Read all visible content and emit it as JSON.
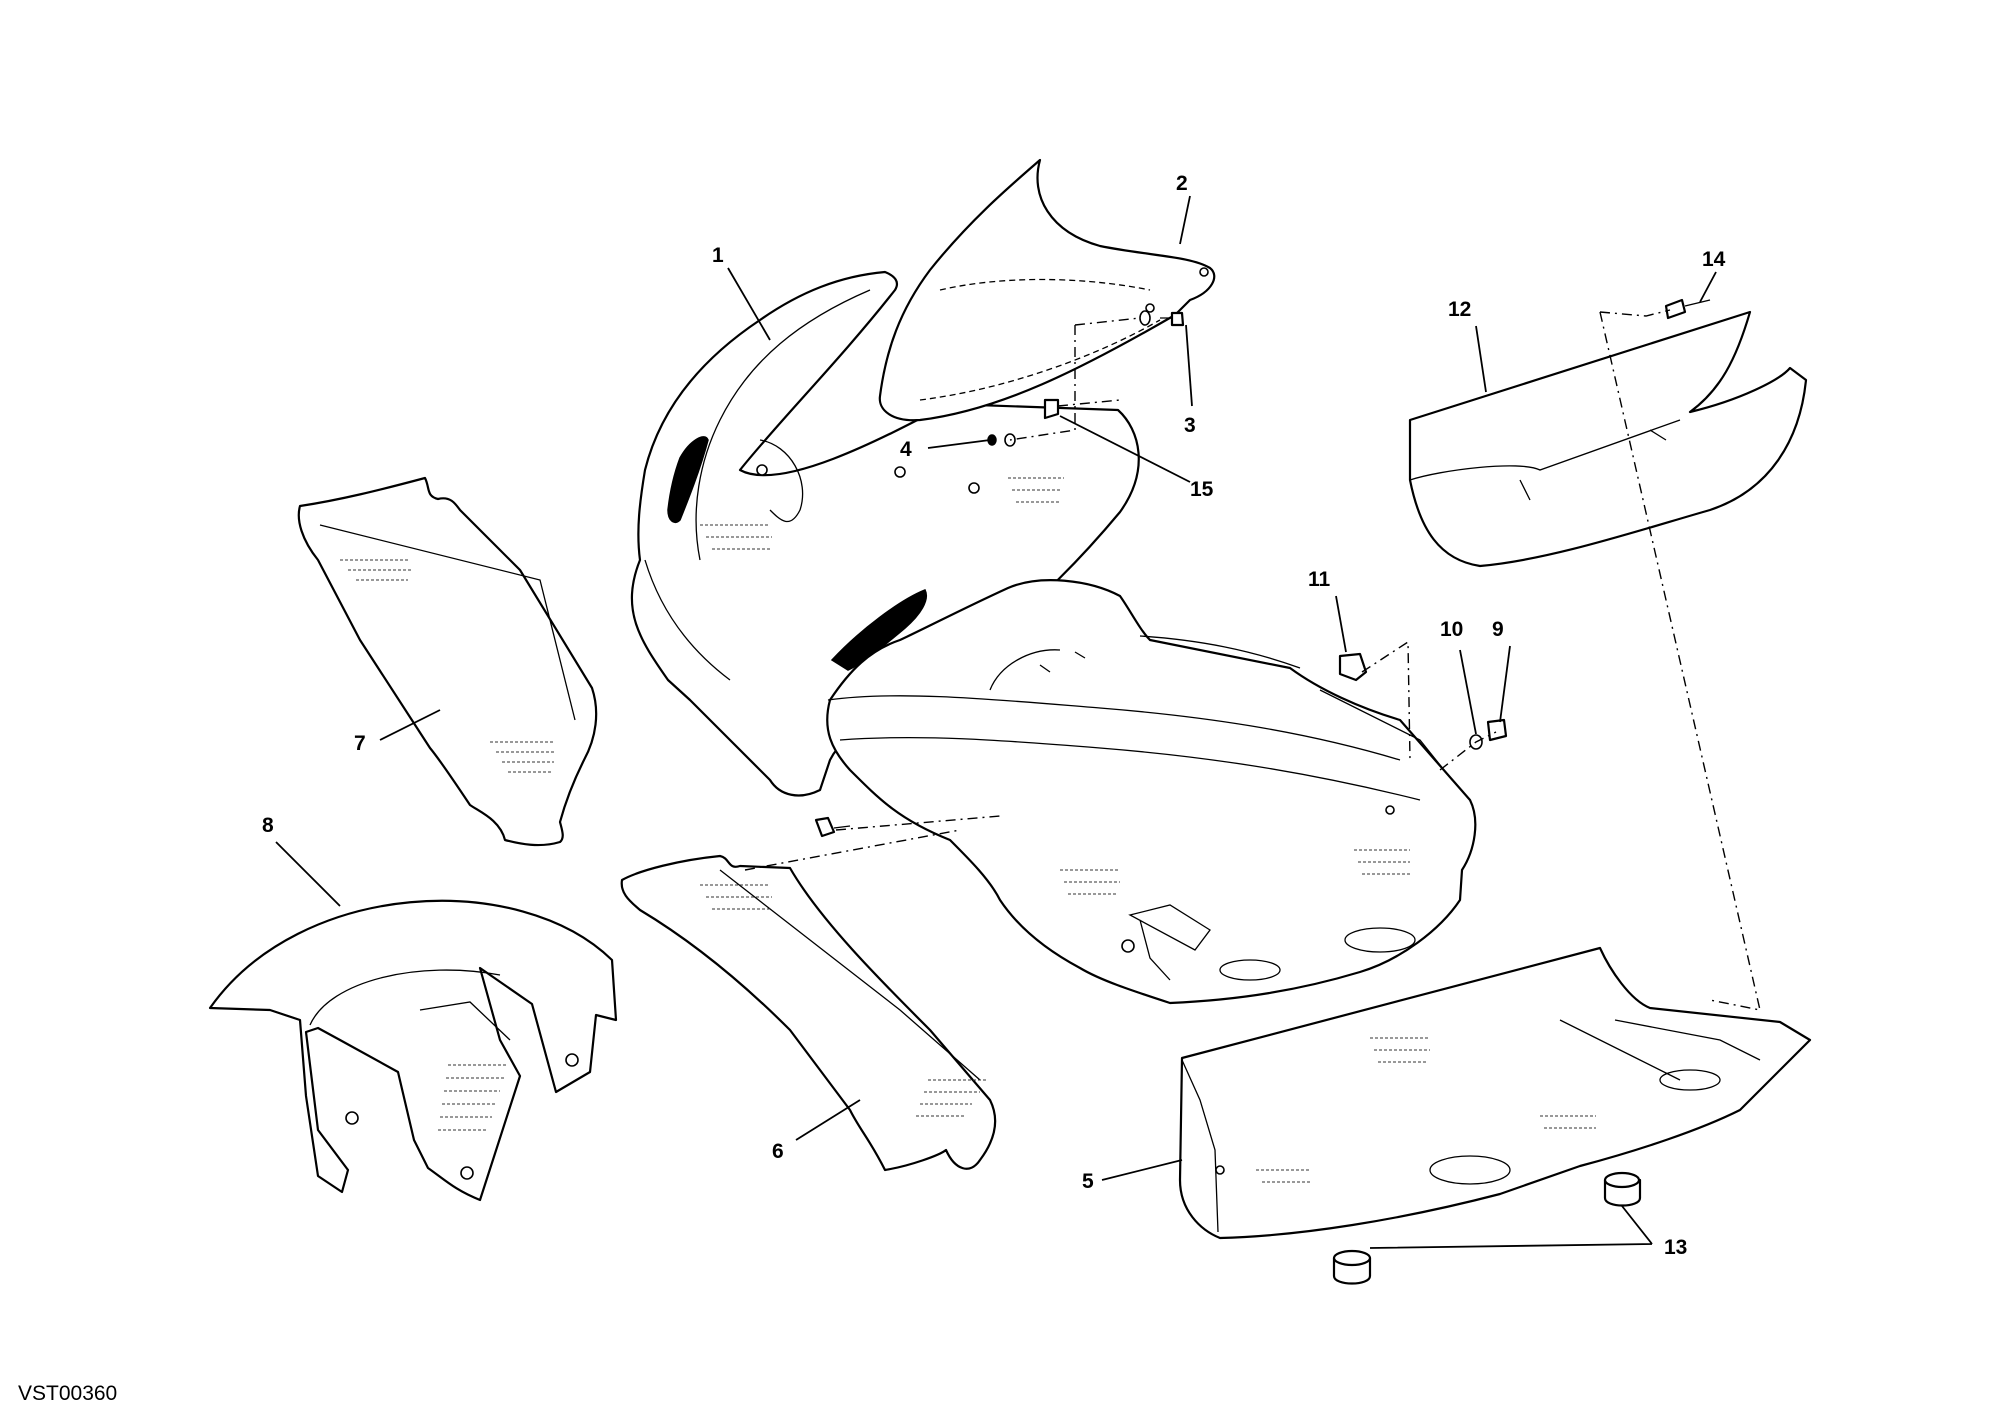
{
  "diagram": {
    "reference_code": "VST00360",
    "callouts": {
      "c1": "1",
      "c2": "2",
      "c3": "3",
      "c4": "4",
      "c5": "5",
      "c6": "6",
      "c7": "7",
      "c8": "8",
      "c9": "9",
      "c10": "10",
      "c11": "11",
      "c12": "12",
      "c13": "13",
      "c14": "14",
      "c15": "15"
    }
  }
}
